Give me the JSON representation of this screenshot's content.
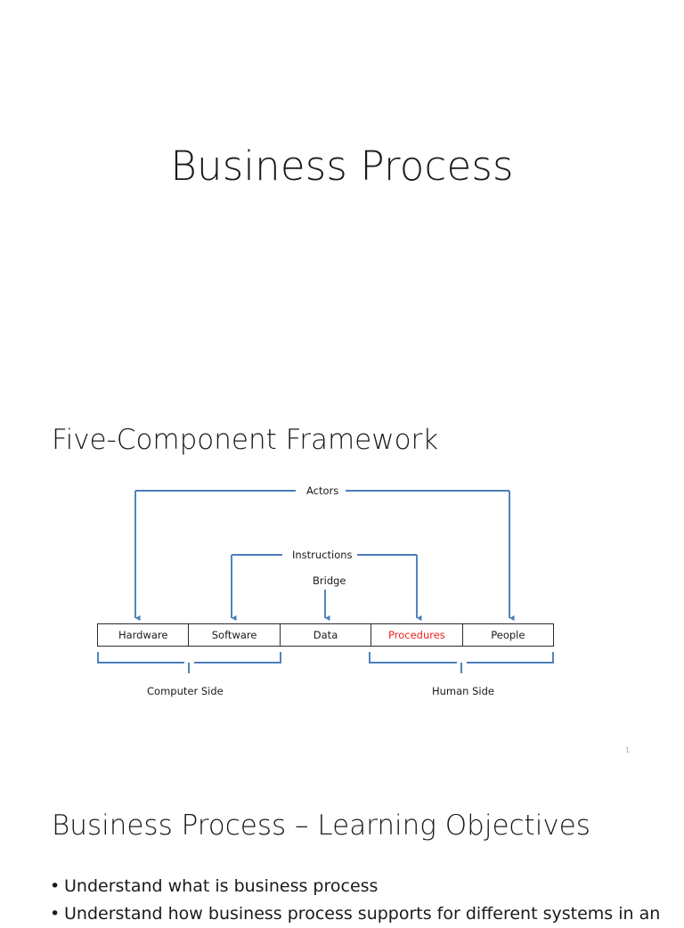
{
  "slide1": {
    "title": "Business Process",
    "heading": "Five-Component Framework",
    "slide_number": "1",
    "diagram": {
      "type": "five-component-framework",
      "components": [
        {
          "label": "Hardware",
          "color": "#1a1a1a"
        },
        {
          "label": "Software",
          "color": "#1a1a1a"
        },
        {
          "label": "Data",
          "color": "#1a1a1a"
        },
        {
          "label": "Procedures",
          "color": "#ee2222"
        },
        {
          "label": "People",
          "color": "#1a1a1a"
        }
      ],
      "connector_labels": {
        "actors": "Actors",
        "instructions": "Instructions",
        "bridge": "Bridge"
      },
      "group_labels": {
        "computer_side": "Computer Side",
        "human_side": "Human Side"
      },
      "accent_color": "#4a7ebb",
      "box_border_color": "#2b2b2b"
    }
  },
  "slide2": {
    "heading": "Business Process – Learning Objectives",
    "bullets": [
      "Understand what is business process",
      "Understand how business process supports for different systems in an"
    ],
    "bullet_marker": "•"
  }
}
